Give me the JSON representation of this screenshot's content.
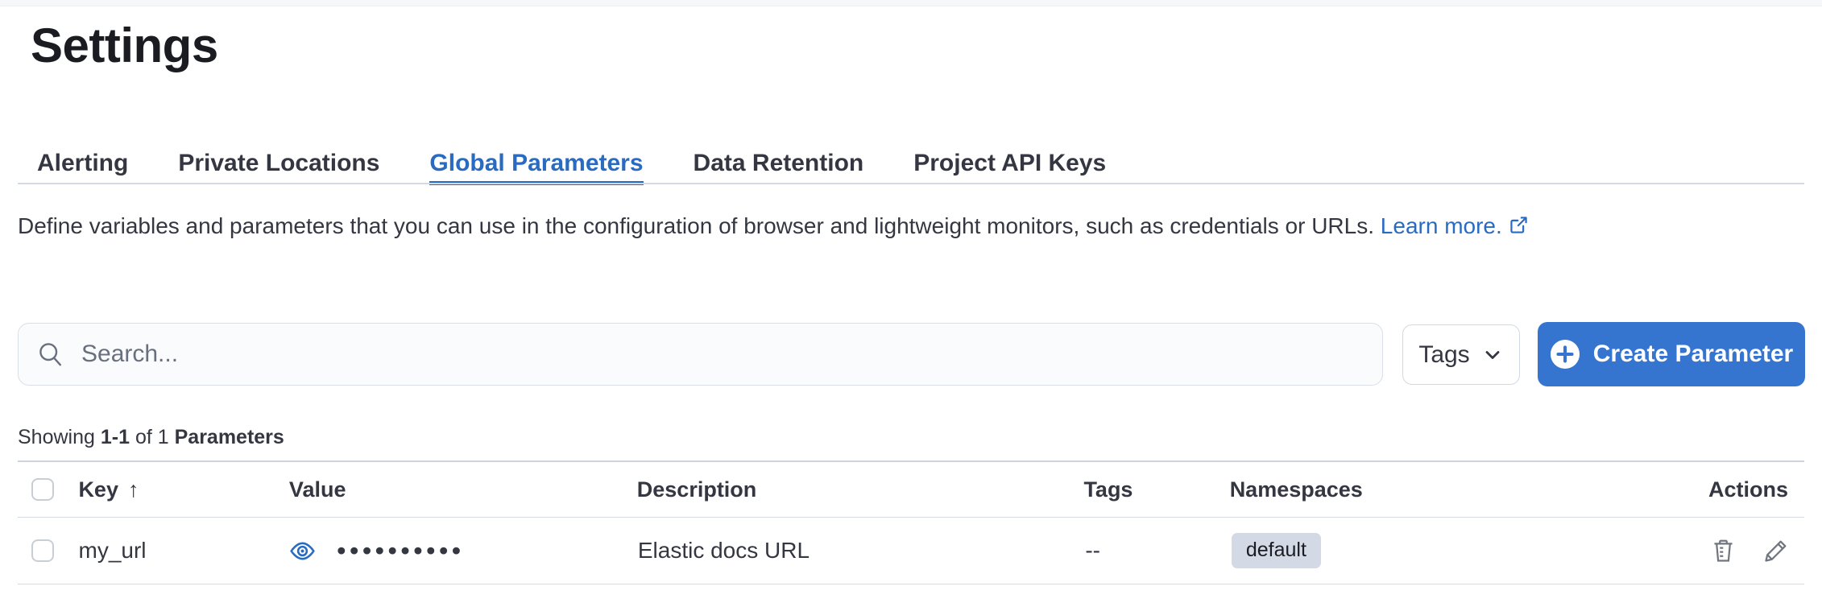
{
  "page": {
    "title": "Settings"
  },
  "tabs": [
    {
      "label": "Alerting",
      "active": false
    },
    {
      "label": "Private Locations",
      "active": false
    },
    {
      "label": "Global Parameters",
      "active": true
    },
    {
      "label": "Data Retention",
      "active": false
    },
    {
      "label": "Project API Keys",
      "active": false
    }
  ],
  "description": {
    "text": "Define variables and parameters that you can use in the configuration of browser and lightweight monitors, such as credentials or URLs.",
    "link_label": "Learn more."
  },
  "toolbar": {
    "search_placeholder": "Search...",
    "tags_label": "Tags",
    "create_label": "Create Parameter"
  },
  "summary": {
    "showing": "Showing",
    "range": "1-1",
    "of": "of 1",
    "label": "Parameters"
  },
  "table": {
    "columns": [
      "Key",
      "Value",
      "Description",
      "Tags",
      "Namespaces",
      "Actions"
    ],
    "sort_indicator": "↑",
    "rows": [
      {
        "key": "my_url",
        "masked_value": "••••••••••",
        "description": "Elastic docs URL",
        "tags": "--",
        "namespace": "default"
      }
    ]
  },
  "colors": {
    "primary_button": "#3575cf",
    "link": "#2a6bc2",
    "active_tab": "#2a6bc2",
    "badge_bg": "#d3dae6",
    "border": "#d3dae6",
    "text": "#343741",
    "muted": "#69707d"
  }
}
